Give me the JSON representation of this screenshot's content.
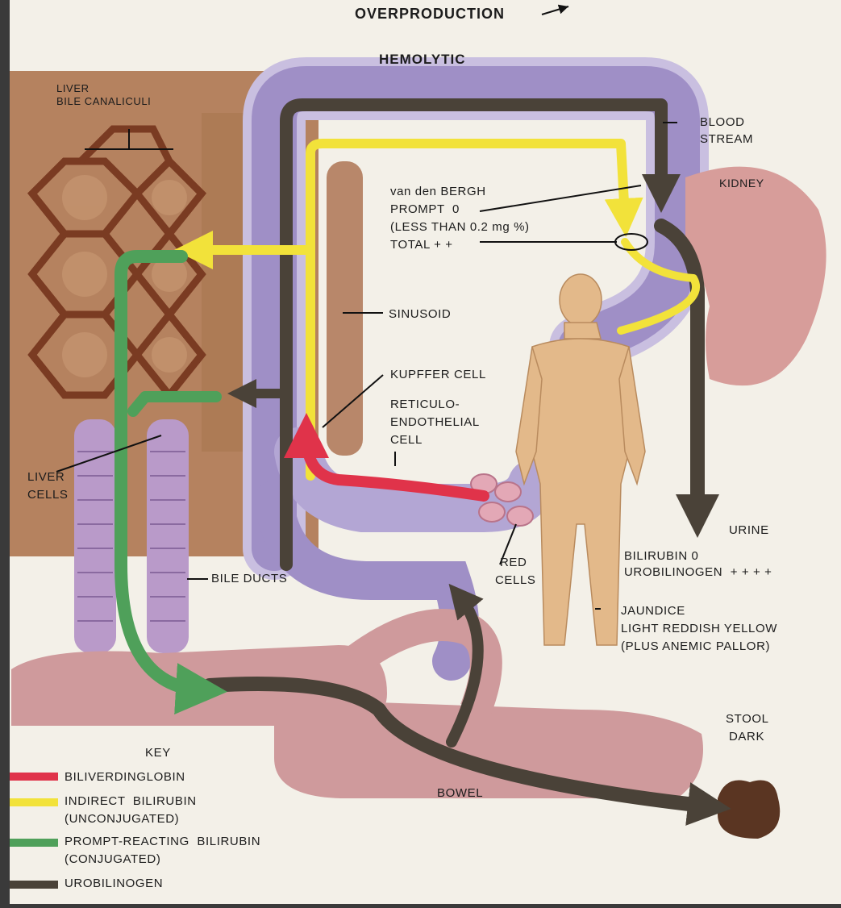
{
  "heading": {
    "line1": "OVERPRODUCTION",
    "line2": "HEMOLYTIC"
  },
  "labels": {
    "liver_canaliculi_1": "LIVER",
    "liver_canaliculi_2": "BILE CANALICULI",
    "blood_stream_1": "BLOOD",
    "blood_stream_2": "STREAM",
    "kidney": "KIDNEY",
    "vdb_1": "van den BERGH",
    "vdb_2": "PROMPT  0",
    "vdb_3": "(LESS THAN 0.2 mg %)",
    "vdb_4": "TOTAL + +",
    "sinusoid": "SINUSOID",
    "kupffer": "KUPFFER CELL",
    "reticulo_1": "RETICULO-",
    "reticulo_2": "ENDOTHELIAL",
    "reticulo_3": "CELL",
    "liver_cells_1": "LIVER",
    "liver_cells_2": "CELLS",
    "urine": "URINE",
    "urine_bili": "BILIRUBIN 0",
    "urine_uro": "UROBILINOGEN  + + + +",
    "bile_ducts": "BILE DUCTS",
    "red_cells_1": "RED",
    "red_cells_2": "CELLS",
    "jaundice_1": "JAUNDICE",
    "jaundice_2": "LIGHT REDDISH YELLOW",
    "jaundice_3": "(PLUS ANEMIC PALLOR)",
    "stool_1": "STOOL",
    "stool_2": "DARK",
    "bowel": "BOWEL"
  },
  "key": {
    "title": "KEY",
    "items": [
      {
        "label": "BILIVERDINGLOBIN",
        "label2": "",
        "color": "#e0334a"
      },
      {
        "label": "INDIRECT  BILIRUBIN",
        "label2": "(UNCONJUGATED)",
        "color": "#f2e23a"
      },
      {
        "label": "PROMPT-REACTING  BILIRUBIN",
        "label2": "(CONJUGATED)",
        "color": "#4fa05a"
      },
      {
        "label": "UROBILINOGEN",
        "label2": "",
        "color": "#4a4238"
      }
    ]
  },
  "colors": {
    "background": "#f3f0e8",
    "liver": "#b5825f",
    "vessel": "#9f8fc6",
    "bowel": "#cf9a9c",
    "kidney": "#d79d9a",
    "bile_duct": "#b99ac9",
    "skin": "#e3b98a"
  }
}
